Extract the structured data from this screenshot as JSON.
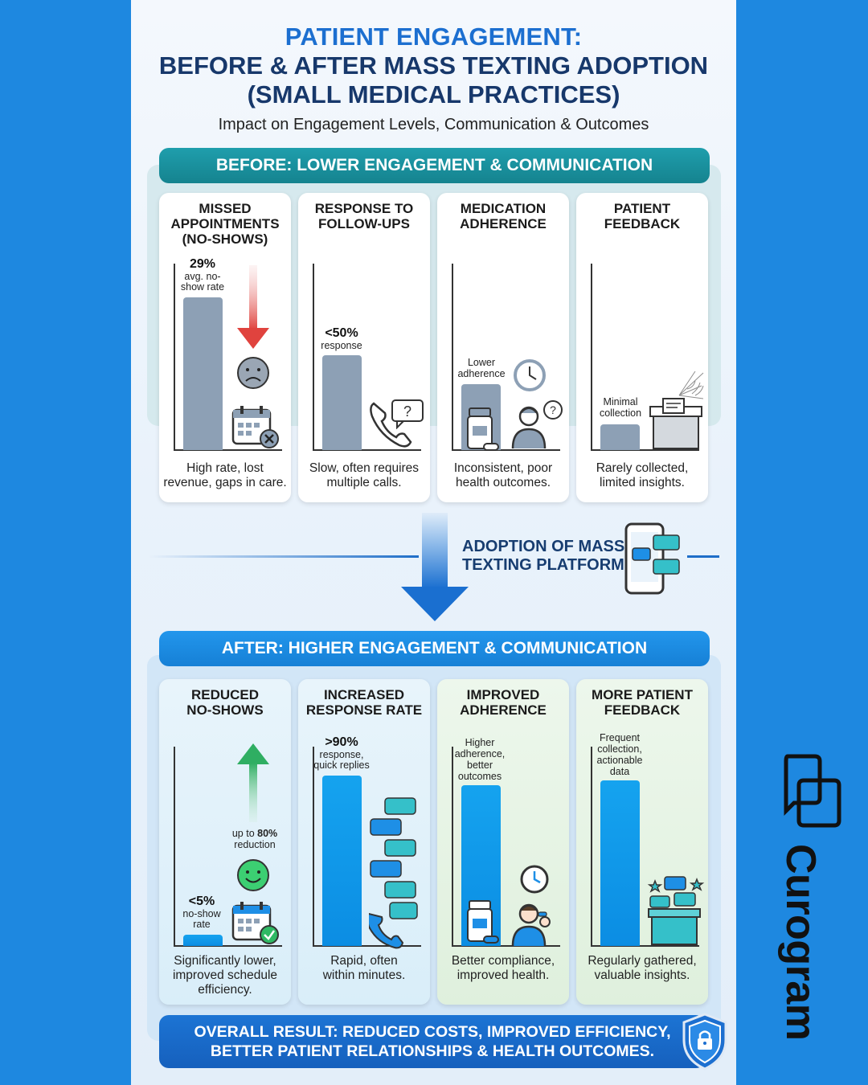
{
  "header": {
    "title_line1": "PATIENT ENGAGEMENT:",
    "title_line2": "BEFORE & AFTER MASS TEXTING ADOPTION",
    "title_line3": "(SMALL MEDICAL PRACTICES)",
    "subtitle": "Impact on Engagement Levels, Communication & Outcomes"
  },
  "before": {
    "banner": "BEFORE: LOWER ENGAGEMENT & COMMUNICATION",
    "cards": [
      {
        "title": "MISSED\nAPPOINTMENTS\n(NO-SHOWS)",
        "stat_value": "29%",
        "stat_label": "avg. no-\nshow rate",
        "bar_value": 29,
        "description": "High rate, lost\nrevenue, gaps in care.",
        "icons": [
          "red-down-arrow",
          "sad-face",
          "calendar-x"
        ]
      },
      {
        "title": "RESPONSE TO\nFOLLOW-UPS",
        "stat_value": "<50%",
        "stat_label": "response",
        "bar_value": 50,
        "description": "Slow, often requires\nmultiple calls.",
        "icons": [
          "phone",
          "question-bubble"
        ]
      },
      {
        "title": "MEDICATION\nADHERENCE",
        "stat_label": "Lower\nadherence",
        "description": "Inconsistent, poor\nhealth outcomes.",
        "icons": [
          "clock",
          "pill-bottle",
          "confused-person"
        ]
      },
      {
        "title": "PATIENT\nFEEDBACK",
        "stat_label": "Minimal\ncollection",
        "description": "Rarely collected,\nlimited insights.",
        "icons": [
          "cobweb-ballot-box"
        ]
      }
    ]
  },
  "transition": {
    "label": "ADOPTION OF MASS\nTEXTING PLATFORM",
    "icon": "smartphone-chat"
  },
  "after": {
    "banner": "AFTER: HIGHER ENGAGEMENT & COMMUNICATION",
    "cards": [
      {
        "title": "REDUCED\nNO-SHOWS",
        "stat_value": "<5%",
        "stat_label": "no-show\nrate",
        "bar_value": 5,
        "note_prefix": "up to ",
        "note_value": "80%",
        "note_suffix": "reduction",
        "description": "Significantly lower,\nimproved schedule\nefficiency.",
        "icons": [
          "green-up-arrow",
          "smile-face",
          "calendar-check"
        ]
      },
      {
        "title": "INCREASED\nRESPONSE RATE",
        "stat_value": ">90%",
        "stat_label": "response,\nquick replies",
        "bar_value": 90,
        "description": "Rapid, often\nwithin minutes.",
        "icons": [
          "chat-bubbles",
          "phone"
        ]
      },
      {
        "title": "IMPROVED\nADHERENCE",
        "stat_label": "Higher\nadherence,\nbetter\noutcomes",
        "description": "Better compliance,\nimproved health.",
        "icons": [
          "clock",
          "pill-bottle",
          "person-taking-pill"
        ]
      },
      {
        "title": "MORE PATIENT\nFEEDBACK",
        "stat_label": "Frequent\ncollection,\nactionable\ndata",
        "description": "Regularly gathered,\nvaluable insights.",
        "icons": [
          "feedback-ballot-box"
        ]
      }
    ]
  },
  "result": {
    "line1": "OVERALL RESULT: REDUCED COSTS, IMPROVED EFFICIENCY,",
    "line2": "BETTER PATIENT RELATIONSHIPS & HEALTH OUTCOMES.",
    "icon": "shield-lock"
  },
  "brand": {
    "name": "Curogram",
    "icon": "chat-bubbles-outline"
  },
  "colors": {
    "page_bg": "#1e88e0",
    "teal": "#1a95a3",
    "blue": "#1e8fe6",
    "navy": "#17386b",
    "grey_bar": "#8da0b5"
  }
}
